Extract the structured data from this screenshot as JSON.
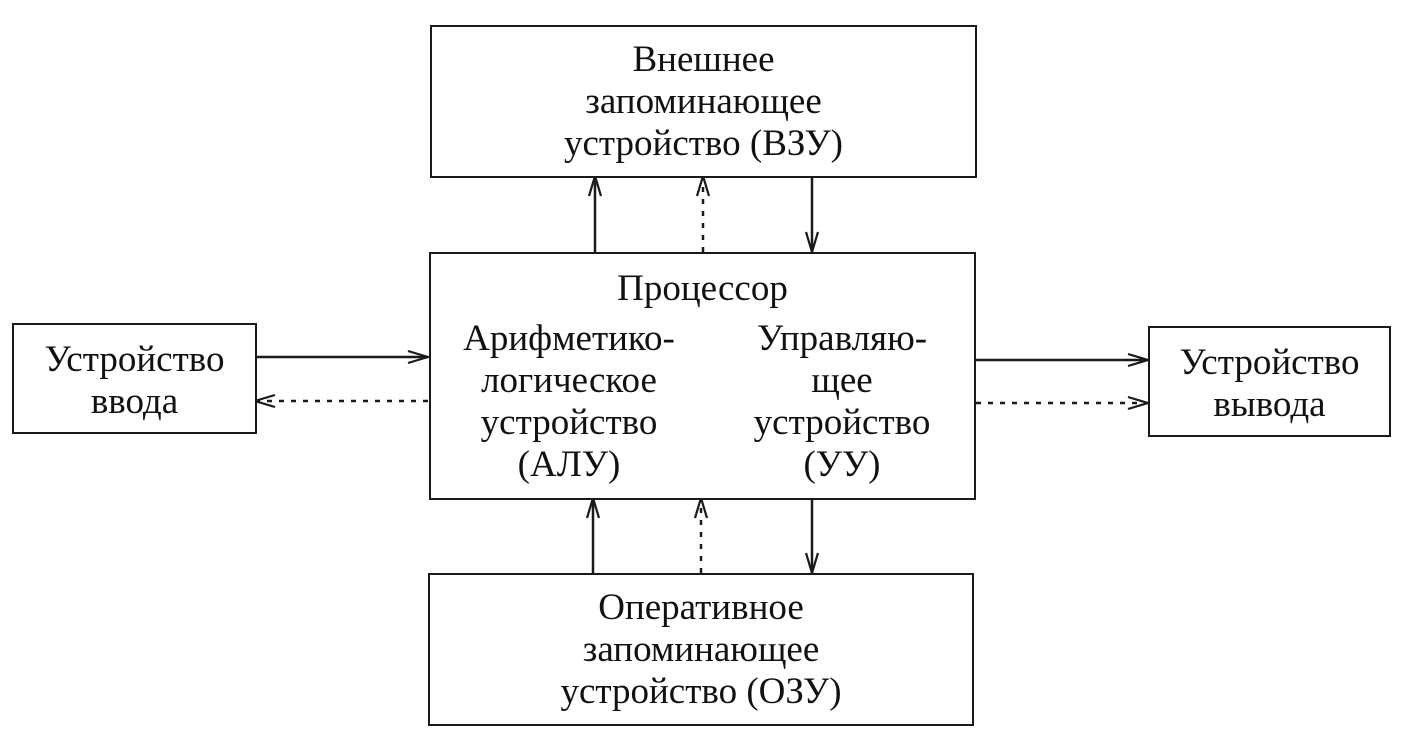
{
  "diagram": {
    "external_memory": {
      "lines": [
        "Внешнее",
        "запоминающее",
        "устройство (ВЗУ)"
      ]
    },
    "processor": {
      "title": "Процессор",
      "alu": {
        "lines": [
          "Арифметико-",
          "логическое",
          "устройство",
          "(АЛУ)"
        ]
      },
      "control_unit": {
        "lines": [
          "Управляю-",
          "щее",
          "устройство",
          "(УУ)"
        ]
      }
    },
    "input_device": {
      "lines": [
        "Устройство",
        "ввода"
      ]
    },
    "output_device": {
      "lines": [
        "Устройство",
        "вывода"
      ]
    },
    "ram": {
      "lines": [
        "Оперативное",
        "запоминающее",
        "устройство (ОЗУ)"
      ]
    }
  },
  "colors": {
    "ink": "#1a1a1a",
    "background": "#ffffff"
  }
}
